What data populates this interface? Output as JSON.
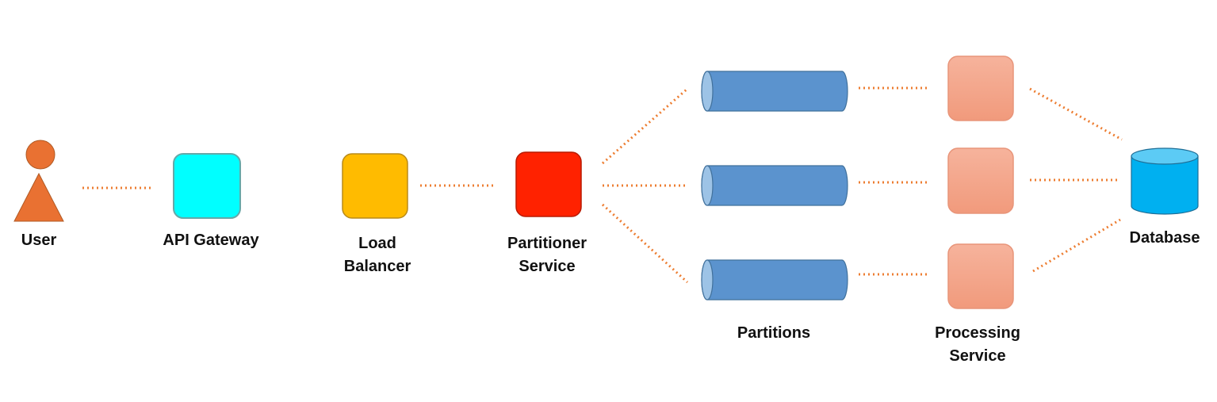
{
  "colors": {
    "connector": "#ED7D31",
    "user": "#E97132",
    "api_gateway": "#00FFFF",
    "load_balancer": "#FFBB00",
    "partitioner_service": "#FF2200",
    "partition": "#5B93CE",
    "processing_service": "#F4A489",
    "database": "#00B0F0"
  },
  "nodes": {
    "user": {
      "label": "User",
      "icon": "person-icon"
    },
    "api_gateway": {
      "label": "API Gateway"
    },
    "load_balancer": {
      "line1": "Load",
      "line2": "Balancer"
    },
    "partitioner_service": {
      "line1": "Partitioner",
      "line2": "Service"
    },
    "partitions": {
      "label": "Partitions",
      "count": 3,
      "icon": "queue-cylinder-icon"
    },
    "processing_service": {
      "line1": "Processing",
      "line2": "Service",
      "count": 3
    },
    "database": {
      "label": "Database",
      "icon": "database-icon"
    }
  }
}
